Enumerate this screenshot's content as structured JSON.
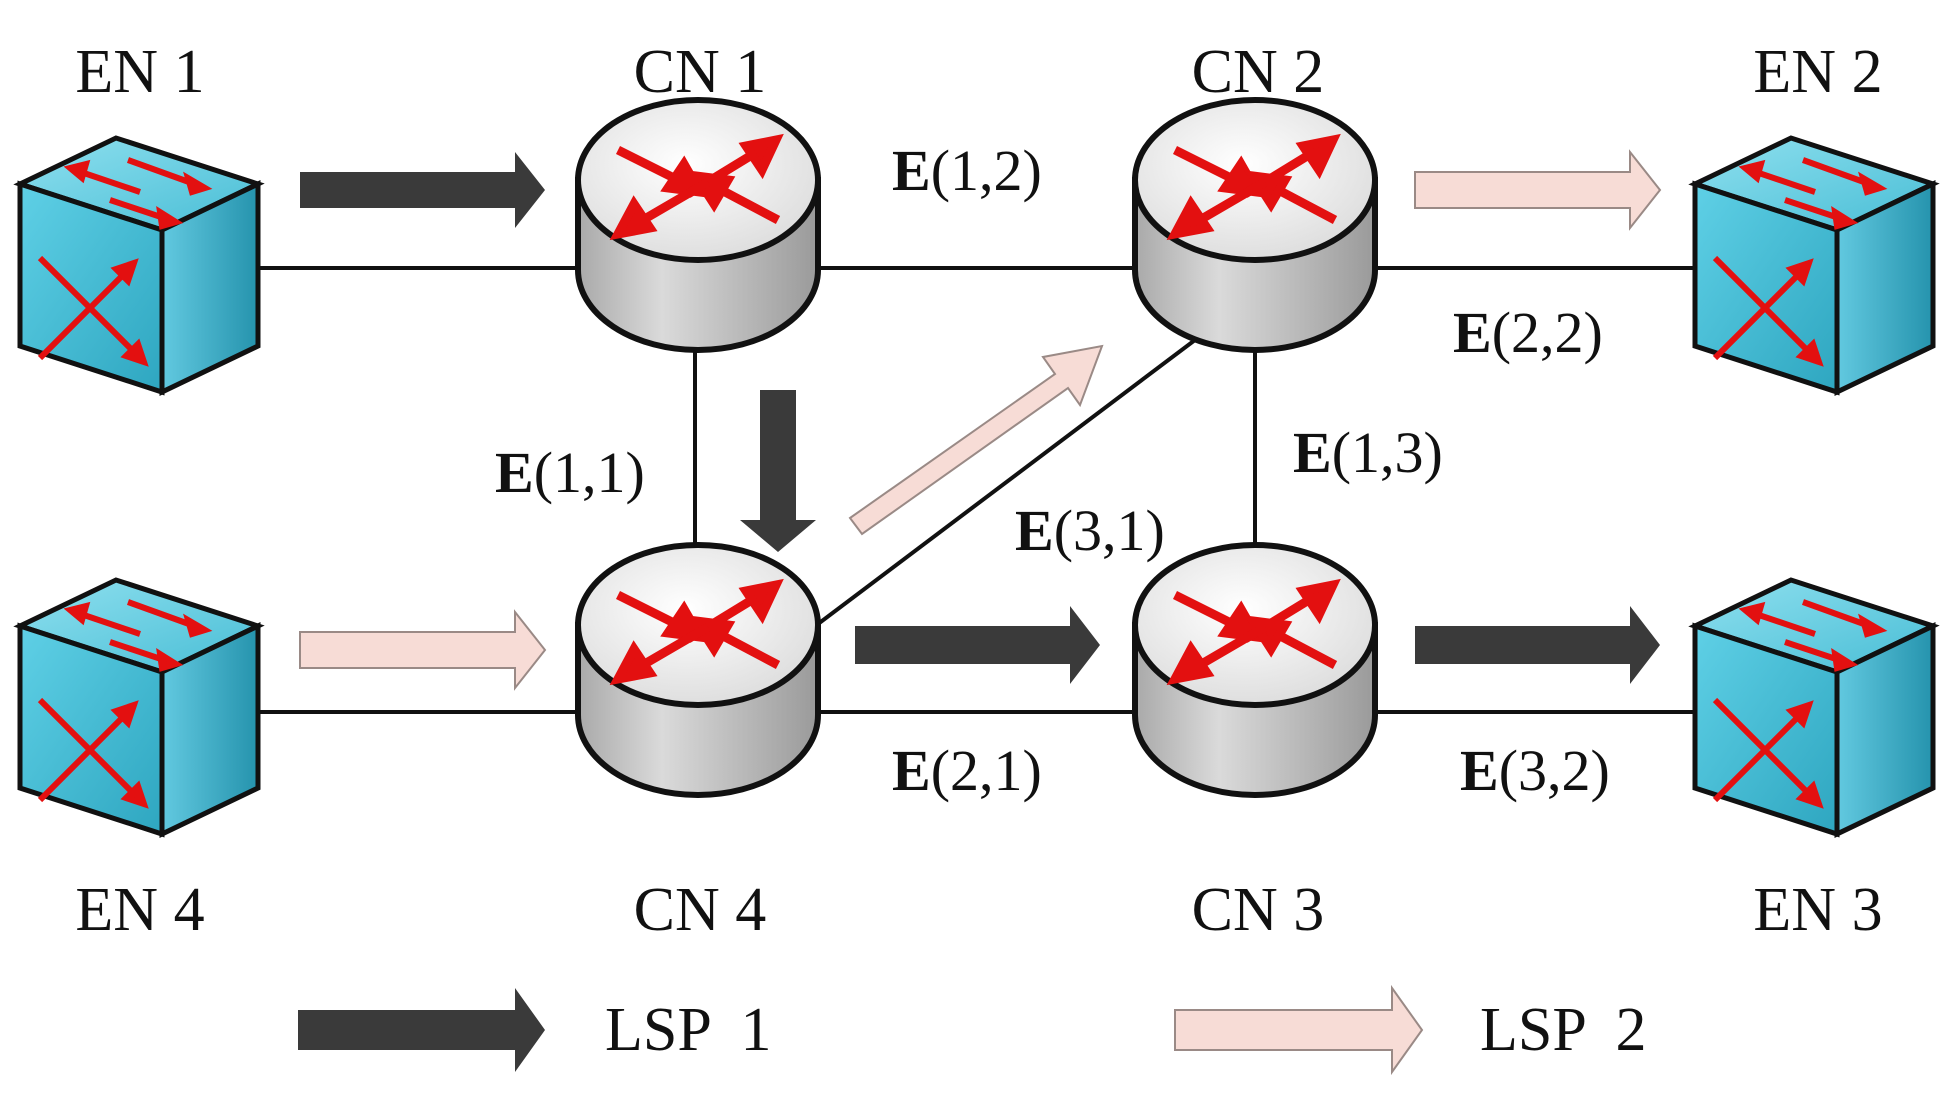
{
  "nodes": {
    "en1": "EN 1",
    "en2": "EN 2",
    "en3": "EN 3",
    "en4": "EN 4",
    "cn1": "CN 1",
    "cn2": "CN 2",
    "cn3": "CN 3",
    "cn4": "CN 4"
  },
  "edges": [
    {
      "id": "e11",
      "symbol": "E",
      "index": "(1,1)"
    },
    {
      "id": "e12",
      "symbol": "E",
      "index": "(1,2)"
    },
    {
      "id": "e13",
      "symbol": "E",
      "index": "(1,3)"
    },
    {
      "id": "e21",
      "symbol": "E",
      "index": "(2,1)"
    },
    {
      "id": "e22",
      "symbol": "E",
      "index": "(2,2)"
    },
    {
      "id": "e31",
      "symbol": "E",
      "index": "(3,1)"
    },
    {
      "id": "e32",
      "symbol": "E",
      "index": "(3,2)"
    }
  ],
  "legend": {
    "lsp1": "LSP  1",
    "lsp2": "LSP  2"
  },
  "colors": {
    "lsp1": "#3a3a3a",
    "lsp2": "#f7dcd6",
    "lsp2_outline": "#9a8a86",
    "edge_node": "#3fb7cf",
    "router_body": "#c4c4c4",
    "router_top": "#f4f4f4",
    "router_arrow": "#e31010"
  }
}
